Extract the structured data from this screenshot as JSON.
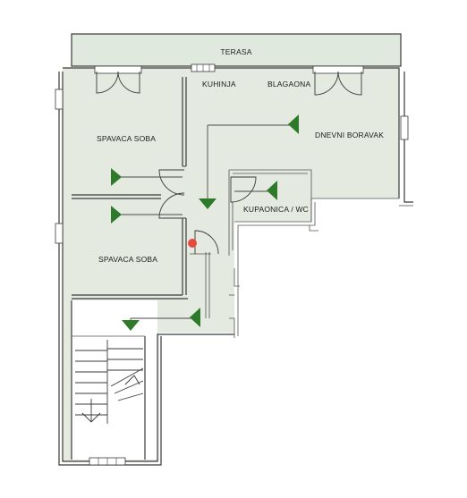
{
  "rooms": {
    "terrace": "TERASA",
    "kitchen": "KUHINJA",
    "dining": "BLAGAONA",
    "living": "DNEVNI BORAVAK",
    "bedroom_1": "SPAVACA SOBA",
    "bedroom_2": "SPAVACA SOBA",
    "bathroom": "KUPAONICA / WC"
  },
  "colors": {
    "floor": "#e4eadf",
    "terrace": "#dfe9dd",
    "wall": "#3a3a3a",
    "marker": "#2f7a2a",
    "point": "#e64a3c"
  },
  "icons": [
    "camera-viewpoint-icon",
    "location-marker-icon"
  ]
}
